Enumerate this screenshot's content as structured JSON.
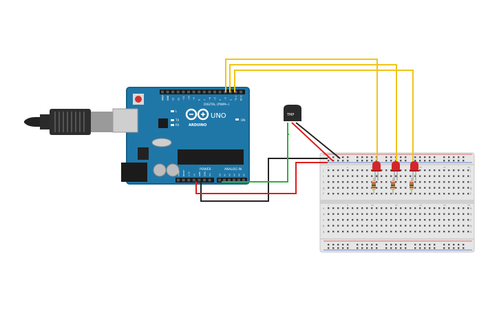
{
  "board": {
    "brand": "ARDUINO",
    "model": "UNO",
    "digital_label": "DIGITAL (PWM~)",
    "power_label": "POWER",
    "analog_label": "ANALOG IN",
    "on_label": "ON",
    "led_l": "L",
    "led_tx": "TX",
    "led_rx": "RX",
    "digital_pins": [
      "AREF",
      "GND",
      "13",
      "12",
      "~11",
      "~10",
      "~9",
      "8",
      "7",
      "~6",
      "~5",
      "4",
      "~3",
      "2",
      "TX 1",
      "RX 0"
    ],
    "power_pins": [
      "IOREF",
      "RESET",
      "3.3V",
      "5V",
      "GND",
      "GND",
      "Vin"
    ],
    "analog_pins": [
      "A0",
      "A1",
      "A2",
      "A3",
      "A4",
      "A5"
    ]
  },
  "sensor": {
    "label": "TMP"
  },
  "breadboard": {
    "row_letters_top": [
      "j",
      "i",
      "h",
      "g",
      "f"
    ],
    "row_letters_bottom": [
      "e",
      "d",
      "c",
      "b",
      "a"
    ],
    "column_numbers": [
      "1",
      "5",
      "10",
      "15",
      "20",
      "25",
      "30"
    ]
  },
  "colors": {
    "board": "#1f77a8",
    "board_edge": "#17628d",
    "yellow_wire": "#f0c419",
    "red_wire": "#e01b1b",
    "black_wire": "#222222",
    "green_wire": "#2fae3a",
    "led": "#d3262b"
  }
}
